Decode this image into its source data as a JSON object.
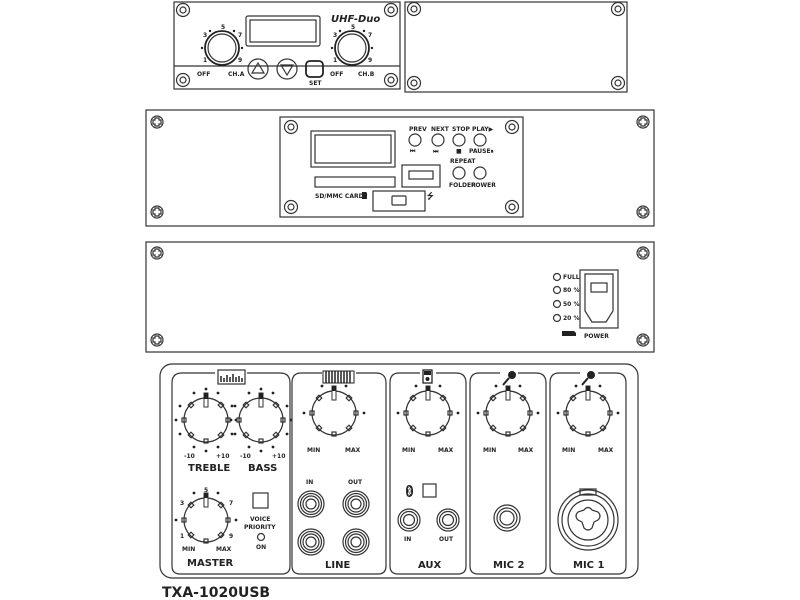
{
  "model": "TXA-1020USB",
  "receiver_module": {
    "brand": "UHF-Duo",
    "channel_a": {
      "label": "CH.A",
      "off_label": "OFF",
      "scale": [
        "1",
        "3",
        "5",
        "7",
        "9"
      ]
    },
    "channel_b": {
      "label": "CH.B",
      "off_label": "OFF",
      "scale": [
        "1",
        "3",
        "5",
        "7",
        "9"
      ]
    },
    "up_button": "△",
    "down_button": "▽",
    "set_label": "SET"
  },
  "player_module": {
    "buttons": [
      {
        "top": "PREV",
        "bottom": "⏮"
      },
      {
        "top": "NEXT",
        "bottom": "⏭"
      },
      {
        "top": "STOP",
        "bottom": "■"
      },
      {
        "top": "PLAY▶",
        "bottom": "PAUSE⏸"
      }
    ],
    "repeat_label": "REPEAT",
    "folder_label": "FOLDER",
    "power_label": "POWER",
    "card_label": "SD/MMC CARD",
    "usb_symbol": "⭍"
  },
  "power_panel": {
    "battery_levels": [
      "FULL",
      "80 %",
      "50 %",
      "20 %"
    ],
    "power_label": "POWER"
  },
  "mixer": {
    "tone": {
      "treble": "TREBLE",
      "bass": "BASS",
      "min": "-10",
      "max": "+10"
    },
    "master": {
      "label": "MASTER",
      "min": "MIN",
      "max": "MAX",
      "scale": [
        "1",
        "3",
        "5",
        "7",
        "9"
      ]
    },
    "voice_priority": {
      "line1": "VOICE",
      "line2": "PRIORITY",
      "on": "ON"
    },
    "line": {
      "label": "LINE",
      "in": "IN",
      "out": "OUT",
      "min": "MIN",
      "max": "MAX"
    },
    "aux": {
      "label": "AUX",
      "in": "IN",
      "out": "OUT",
      "min": "MIN",
      "max": "MAX"
    },
    "mic2": {
      "label": "MIC 2",
      "min": "MIN",
      "max": "MAX"
    },
    "mic1": {
      "label": "MIC 1",
      "min": "MIN",
      "max": "MAX"
    }
  }
}
